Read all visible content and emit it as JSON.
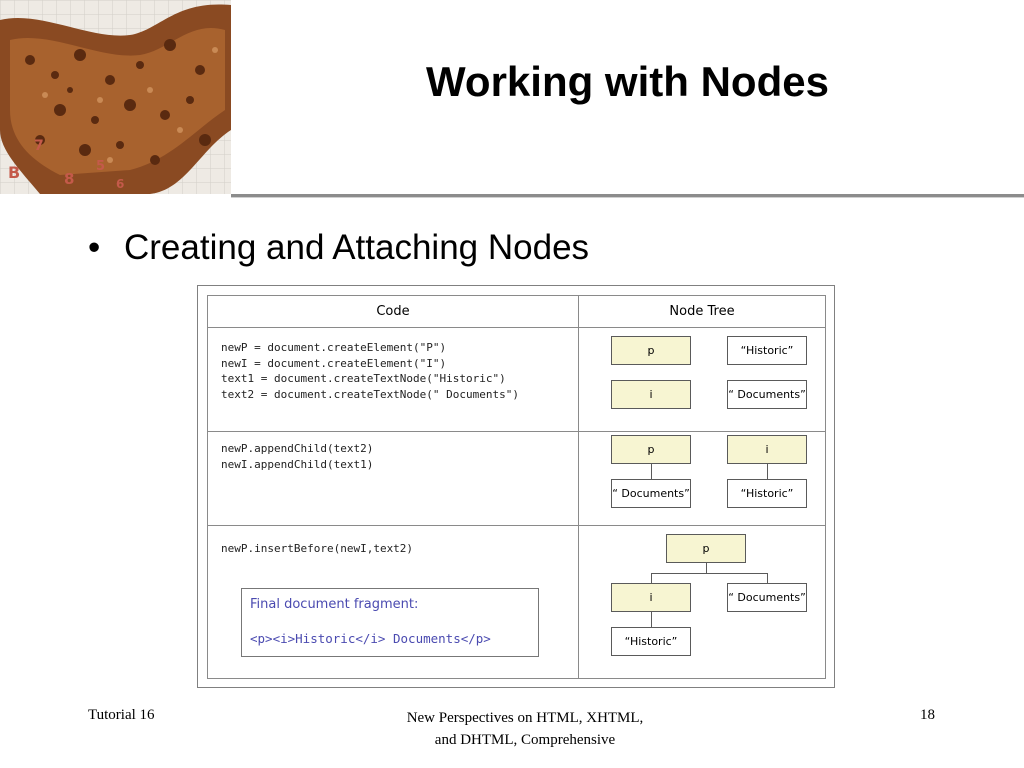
{
  "slide": {
    "title": "Working with Nodes",
    "bullet": "Creating and Attaching Nodes"
  },
  "figure": {
    "headers": {
      "code": "Code",
      "tree": "Node Tree"
    },
    "rows": [
      {
        "code": "newP = document.createElement(\"P\")\nnewI = document.createElement(\"I\")\ntext1 = document.createTextNode(\"Historic\")\ntext2 = document.createTextNode(\" Documents\")"
      },
      {
        "code": "newP.appendChild(text2)\nnewI.appendChild(text1)"
      },
      {
        "code": "newP.insertBefore(newI,text2)"
      }
    ],
    "nodes": {
      "r1_p": "p",
      "r1_historic": "“Historic”",
      "r1_i": "i",
      "r1_documents": "“ Documents”",
      "r2_p": "p",
      "r2_i": "i",
      "r2_documents": "“ Documents”",
      "r2_historic": "“Historic”",
      "r3_p": "p",
      "r3_i": "i",
      "r3_documents": "“ Documents”",
      "r3_historic": "“Historic”"
    },
    "fragment": {
      "title": "Final document fragment:",
      "code": "<p><i>Historic</i> Documents</p>"
    }
  },
  "footer": {
    "left": "Tutorial 16",
    "center_line1": "New Perspectives on HTML, XHTML,",
    "center_line2": "and DHTML, Comprehensive",
    "page_number": "18"
  },
  "colors": {
    "element_node_fill": "#f7f5d2",
    "fragment_text": "#4a4ab0",
    "title_rule": "#8c8c8c"
  }
}
